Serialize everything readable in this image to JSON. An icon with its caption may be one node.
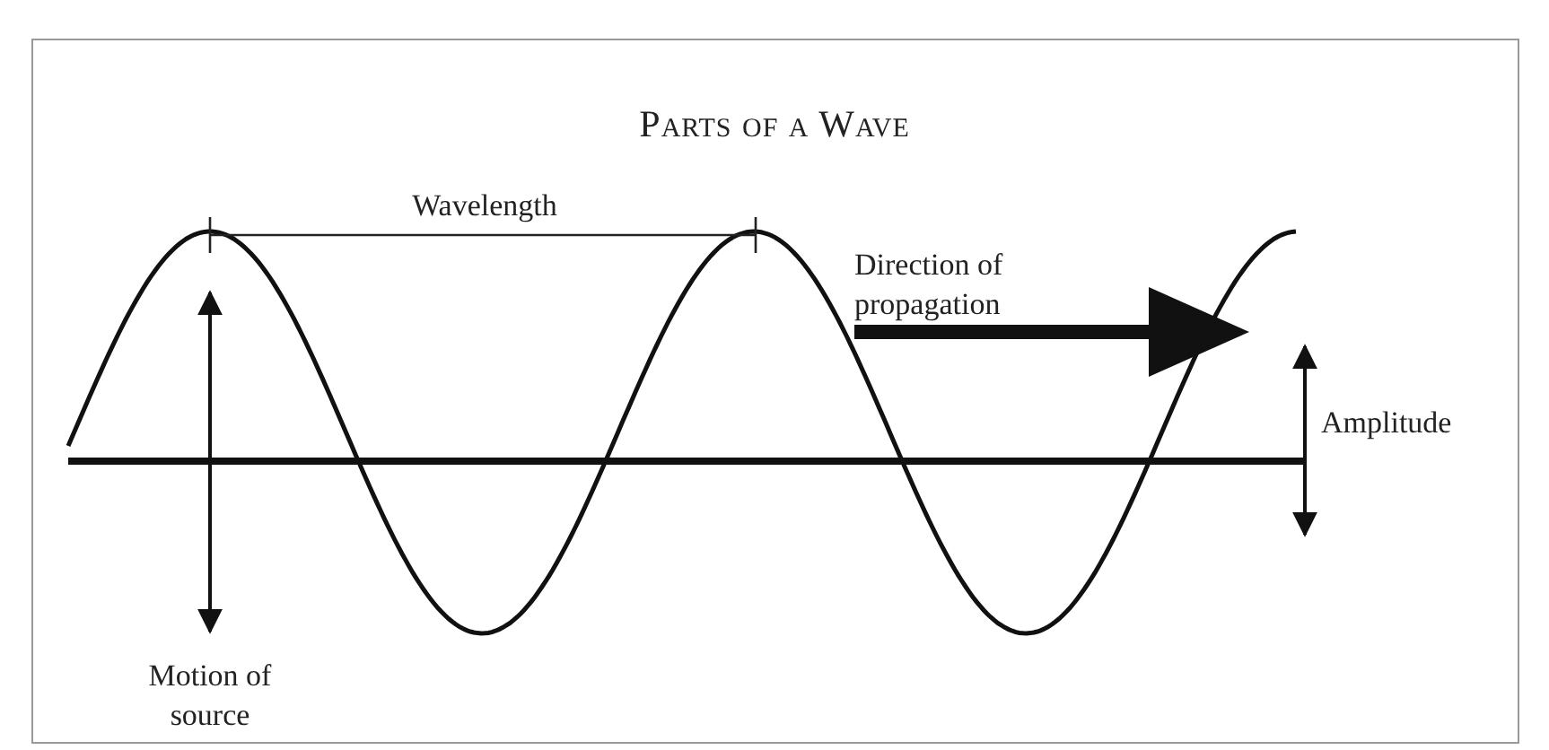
{
  "diagram": {
    "title": "Parts of a Wave",
    "labels": [
      "Wavelength",
      "Direction of propagation",
      "Amplitude",
      "Motion of source"
    ]
  }
}
